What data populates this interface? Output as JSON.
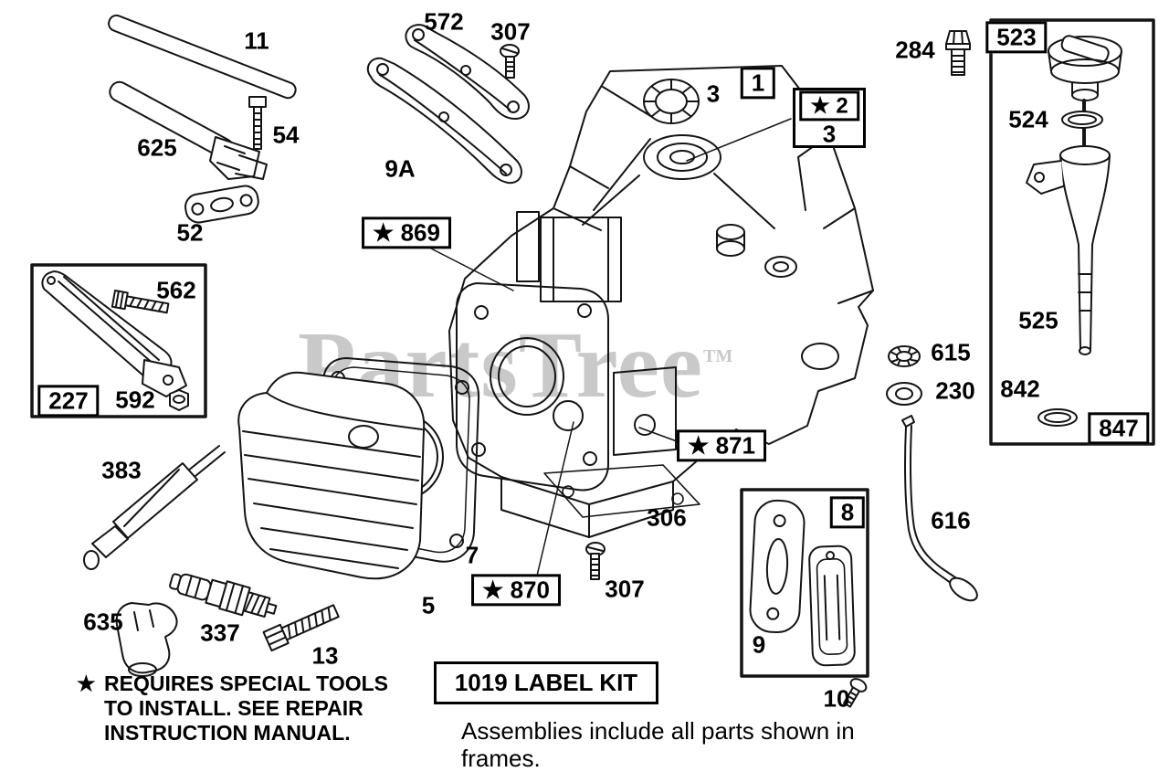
{
  "watermark": {
    "text": "PartsTree",
    "tm": "TM"
  },
  "colors": {
    "ink": "#141414",
    "watermark": "#c9c9c9",
    "background": "#ffffff"
  },
  "callouts": {
    "c11": "11",
    "c54": "54",
    "c625": "625",
    "c52": "52",
    "c572": "572",
    "c307_top": "307",
    "c9a": "9A",
    "c3_seal": "3",
    "c1": "1",
    "c2_star": "★ 2",
    "c3_bearing": "3",
    "c284": "284",
    "c523": "523",
    "c524": "524",
    "c525": "525",
    "c842": "842",
    "c847": "847",
    "c562": "562",
    "c227": "227",
    "c592": "592",
    "c869_star": "★ 869",
    "c615": "615",
    "c230": "230",
    "c871_star": "★ 871",
    "c306": "306",
    "c383": "383",
    "c7": "7",
    "c870_star": "★ 870",
    "c307_bottom": "307",
    "c5": "5",
    "c635": "635",
    "c337": "337",
    "c13": "13",
    "c8": "8",
    "c9": "9",
    "c10": "10",
    "c616": "616"
  },
  "special_note": {
    "star": "★",
    "line1": "REQUIRES SPECIAL TOOLS",
    "line2": "TO INSTALL.  SEE REPAIR",
    "line3": "INSTRUCTION MANUAL."
  },
  "notes": {
    "label_kit": "1019 LABEL KIT",
    "assemblies_line1": "Assemblies include all parts shown in",
    "assemblies_line2": "frames."
  }
}
